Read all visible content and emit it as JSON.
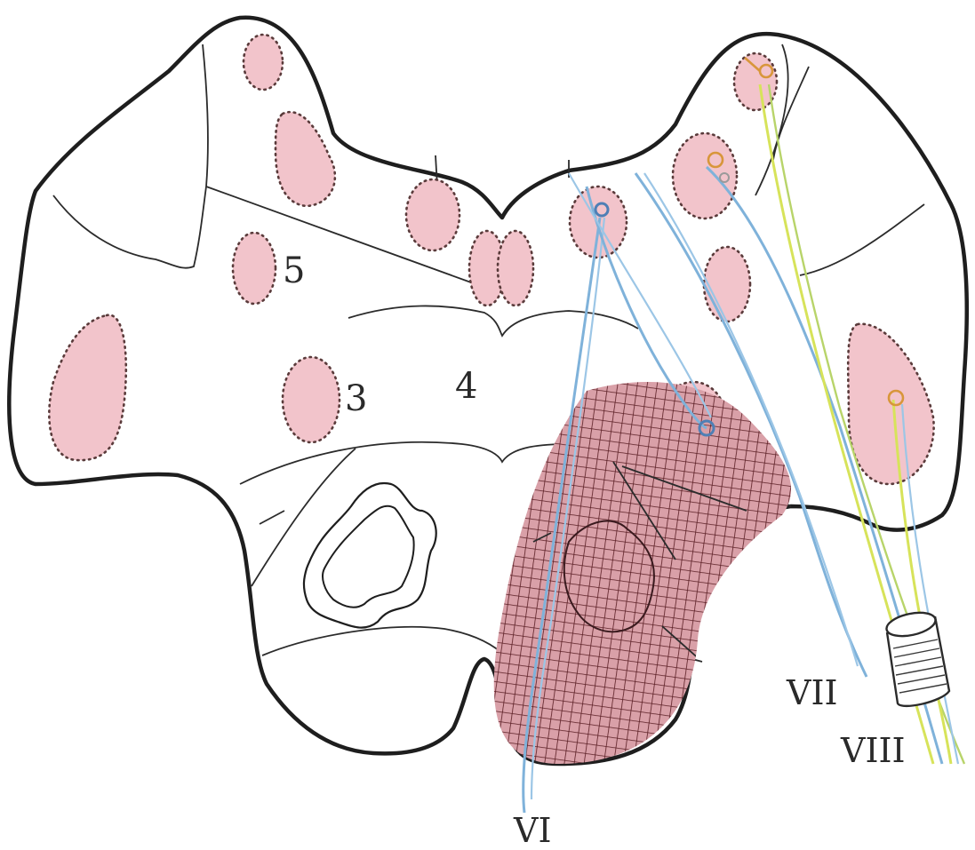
{
  "labels": {
    "n3": "3",
    "n4": "4",
    "n5": "5",
    "vi": "VI",
    "vii": "VII",
    "viii": "VIII"
  },
  "colors": {
    "nucleus_fill": "#f2c4cb",
    "lesion_fill": "#d9a0a8",
    "lesion_hatch": "#5a1e24",
    "nerve_blue": "#7fb2da",
    "nerve_yellow": "#d7e35a",
    "outline": "#1e1e1e"
  }
}
